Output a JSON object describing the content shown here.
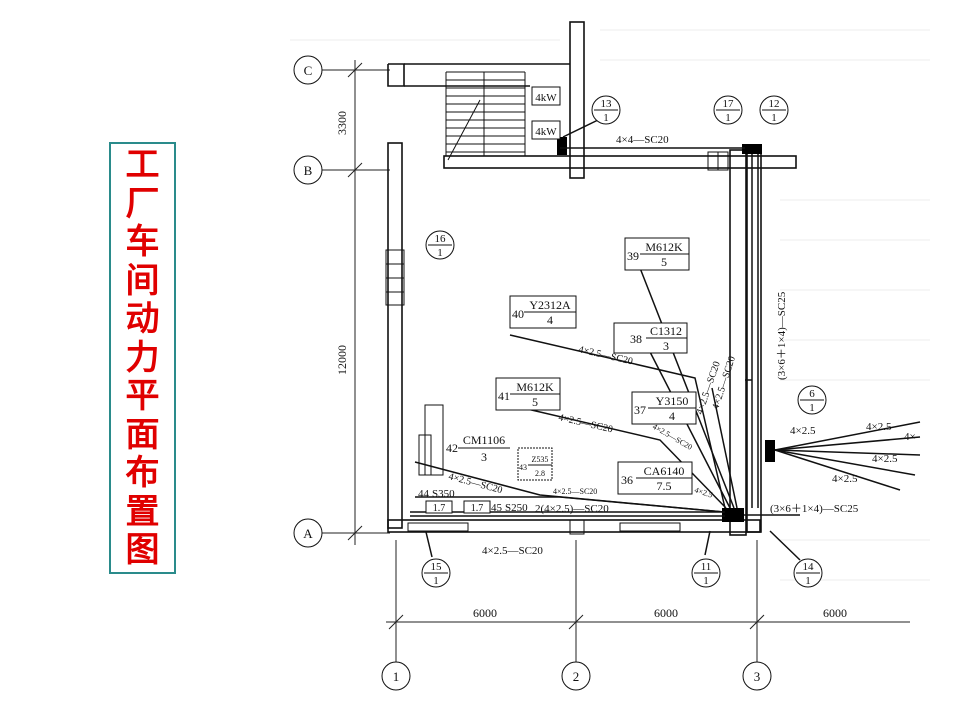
{
  "title": "工厂车间动力平面布置图",
  "axes": {
    "rows": [
      "C",
      "B",
      "A"
    ],
    "cols": [
      "1",
      "2",
      "3"
    ]
  },
  "dimensions": {
    "c_b": "3300",
    "b_a": "12000",
    "col_1_2": "6000",
    "col_2_3": "6000",
    "col_3_right": "6000"
  },
  "motor_labels": {
    "top": "4kW",
    "bottom": "4kW"
  },
  "panels": {
    "p13": {
      "num": "13",
      "den": "1"
    },
    "p17": {
      "num": "17",
      "den": "1"
    },
    "p12": {
      "num": "12",
      "den": "1"
    },
    "p16": {
      "num": "16",
      "den": "1"
    },
    "p6": {
      "num": "6",
      "den": "1"
    },
    "p15": {
      "num": "15",
      "den": "1"
    },
    "p11": {
      "num": "11",
      "den": "1"
    },
    "p14": {
      "num": "14",
      "den": "1"
    }
  },
  "machines": {
    "m39": {
      "id": "39",
      "model": "M612K",
      "power": "5"
    },
    "m40": {
      "id": "40",
      "model": "Y2312A",
      "power": "4"
    },
    "m38": {
      "id": "38",
      "model": "C1312",
      "power": "3"
    },
    "m41": {
      "id": "41",
      "model": "M612K",
      "power": "5"
    },
    "m37": {
      "id": "37",
      "model": "Y3150",
      "power": "4"
    },
    "m42": {
      "id": "42",
      "model": "CM1106",
      "power": "3"
    },
    "m43": {
      "id": "43",
      "model": "Z535",
      "power": "2.8"
    },
    "m36": {
      "id": "36",
      "model": "CA6140",
      "power": "7.5"
    },
    "m44": {
      "id": "44",
      "model": "S350",
      "power": "1.7"
    },
    "m45": {
      "id": "45",
      "model": "S250",
      "power": "1.7"
    }
  },
  "cables": {
    "top_run": "4×4—SC20",
    "right_vertical": "(3×6＋1×4)—SC25",
    "right_bottom": "(3×6＋1×4)—SC25",
    "bottom_run": "4×2.5—SC20",
    "b40": "4×2.5—SC20",
    "b41": "4×2.5—SC20",
    "b42": "4×2.5—SC20",
    "b43": "4×2.5—SC20",
    "b45": "2(4×2.5)—SC20",
    "v39a": "4×2.5—SC20",
    "v39b": "4×2.5—SC20",
    "v37": "4×2.5—SC20",
    "v36": "4×2.5",
    "fan": [
      "4×2.5",
      "4×2.5",
      "4×",
      "4×2.5",
      "4×2.5"
    ]
  }
}
